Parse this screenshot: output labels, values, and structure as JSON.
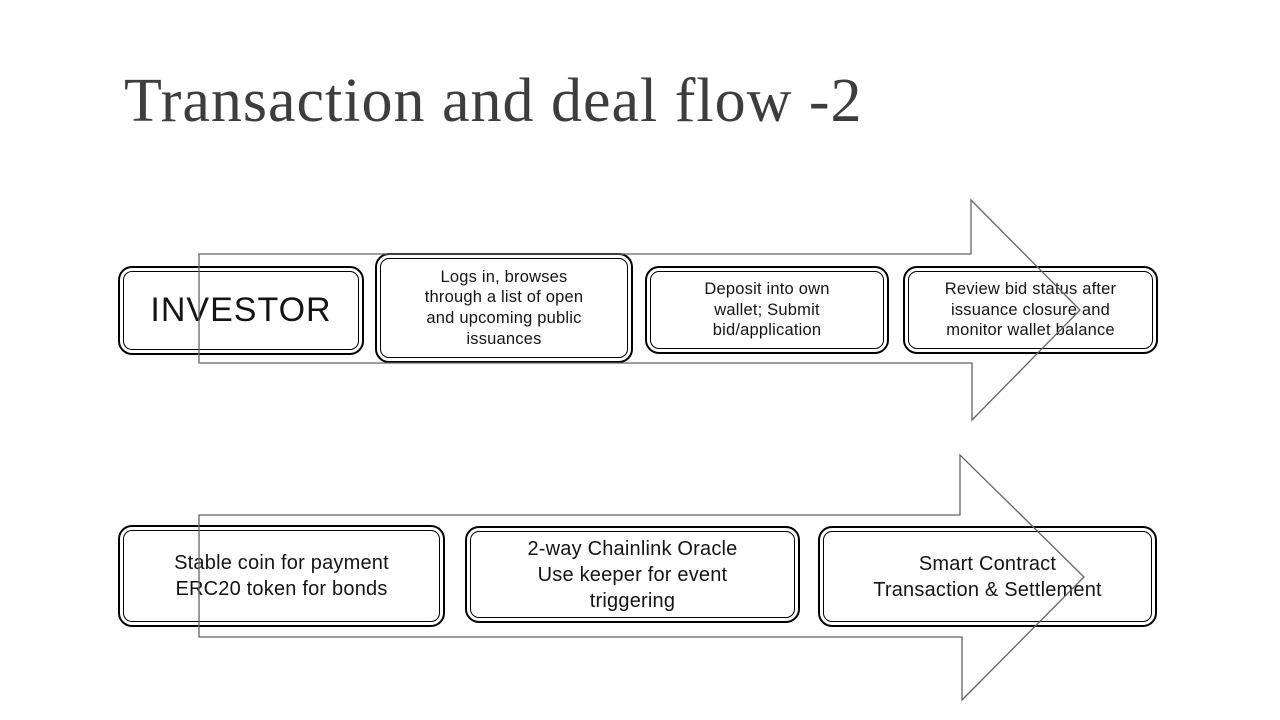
{
  "slide": {
    "title": "Transaction and deal flow -2"
  },
  "colors": {
    "background": "#ffffff",
    "title_text": "#3d3d3d",
    "box_border": "#000000",
    "box_fill": "#ffffff",
    "box_text": "#141414",
    "arrow_outline": "#646464"
  },
  "flows": [
    {
      "name": "investor-flow",
      "arrow_direction": "right",
      "boxes": [
        {
          "label": "INVESTOR"
        },
        {
          "label": "Logs in, browses\nthrough a list of open\nand upcoming public\nissuances"
        },
        {
          "label": "Deposit into own\nwallet; Submit\nbid/application"
        },
        {
          "label": "Review bid status after\nissuance closure and\nmonitor wallet balance"
        }
      ]
    },
    {
      "name": "infrastructure-flow",
      "arrow_direction": "right",
      "boxes": [
        {
          "label": "Stable coin for payment\nERC20 token for bonds"
        },
        {
          "label": "2-way Chainlink Oracle\nUse keeper for event\ntriggering"
        },
        {
          "label": "Smart Contract\nTransaction & Settlement"
        }
      ]
    }
  ]
}
